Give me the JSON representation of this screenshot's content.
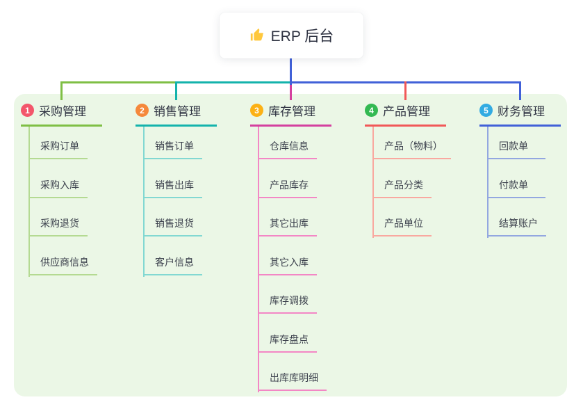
{
  "root": {
    "title": "ERP 后台",
    "icon": "thumbs-up-icon",
    "icon_color": "#ffc83d"
  },
  "colors": {
    "canvas_bg": "#ffffff",
    "panel_bg": "#ebf7e6",
    "root_line": "#4161d8",
    "text_dark": "#2f3342",
    "text_child": "#3c414d"
  },
  "branches": [
    {
      "number": "1",
      "label": "采购管理",
      "badge_color": "#f3566b",
      "line_color": "#7fbf45",
      "child_line_color": "#b4da92",
      "children": [
        "采购订单",
        "采购入库",
        "采购退货",
        "供应商信息"
      ]
    },
    {
      "number": "2",
      "label": "销售管理",
      "badge_color": "#f5883b",
      "line_color": "#14b3ac",
      "child_line_color": "#82d8d2",
      "children": [
        "销售订单",
        "销售出库",
        "销售退货",
        "客户信息"
      ]
    },
    {
      "number": "3",
      "label": "库存管理",
      "badge_color": "#fcb115",
      "line_color": "#d4409f",
      "child_line_color": "#f387c5",
      "children": [
        "仓库信息",
        "产品库存",
        "其它出库",
        "其它入库",
        "库存调拨",
        "库存盘点",
        "出库库明细"
      ]
    },
    {
      "number": "4",
      "label": "产品管理",
      "badge_color": "#33b952",
      "line_color": "#f15858",
      "child_line_color": "#f9a8a0",
      "children": [
        "产品（物料）",
        "产品分类",
        "产品单位"
      ]
    },
    {
      "number": "5",
      "label": "财务管理",
      "badge_color": "#32abe2",
      "line_color": "#4161d8",
      "child_line_color": "#93a7e0",
      "children": [
        "回款单",
        "付款单",
        "结算账户"
      ]
    }
  ]
}
